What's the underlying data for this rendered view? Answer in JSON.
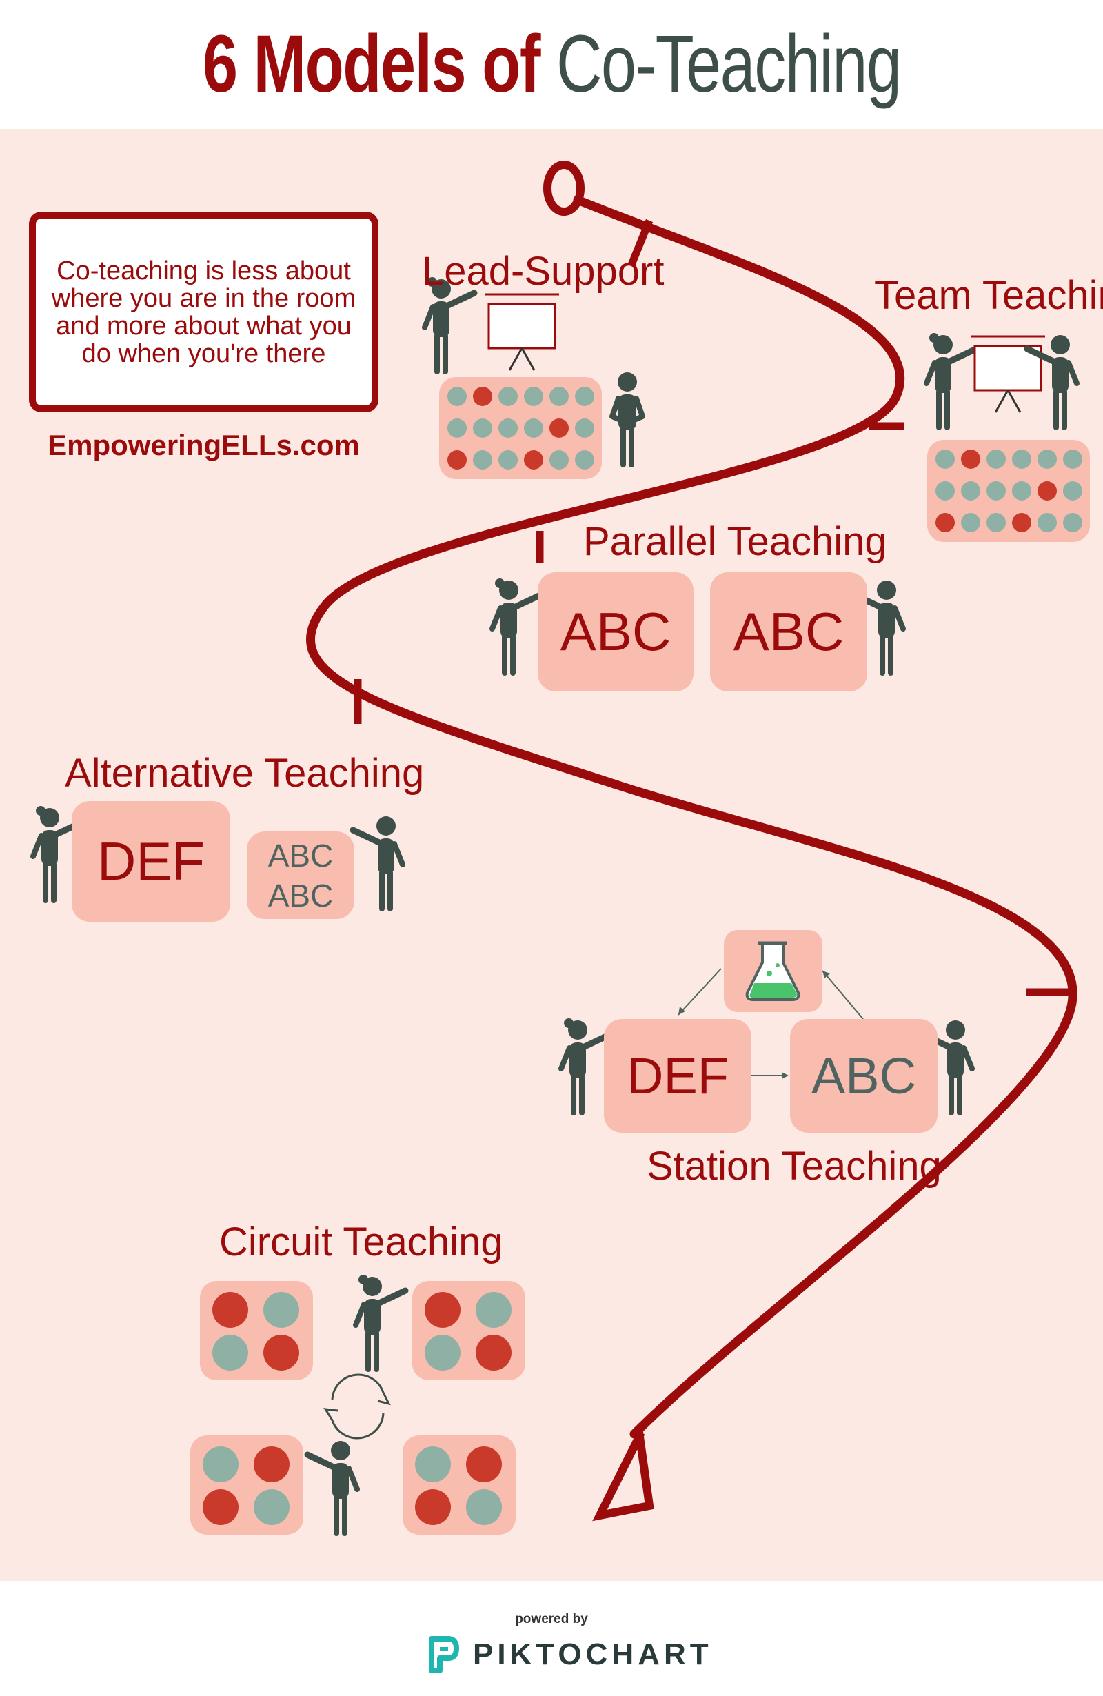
{
  "title": {
    "bold": "6 Models of",
    "light": "Co-Teaching"
  },
  "quote": "Co-teaching is less about where you are in the room and more about what you do when you're there",
  "site": "EmpoweringELLs.com",
  "models": {
    "lead_support": "Lead-Support",
    "team_teaching": "Team Teaching",
    "parallel_teaching": "Parallel Teaching",
    "alternative_teaching": "Alternative Teaching",
    "station_teaching": "Station Teaching",
    "circuit_teaching": "Circuit Teaching"
  },
  "boxes": {
    "parallel_left": "ABC",
    "parallel_right": "ABC",
    "alt_main": "DEF",
    "alt_small_1": "ABC",
    "alt_small_2": "ABC",
    "station_left": "DEF",
    "station_right": "ABC"
  },
  "footer": {
    "powered": "powered by",
    "brand": "PIKTOCHART"
  },
  "colors": {
    "accent": "#9b0b0b",
    "panel": "#fde9e4",
    "box": "#f9bdaf",
    "dot_red": "#c93a2a",
    "dot_gray": "#8fb0a5",
    "figure": "#3e4f4a"
  },
  "icons": [
    "teacher-figure-icon",
    "board-icon",
    "flask-icon",
    "cycle-arrows-icon",
    "piktochart-logo-icon"
  ]
}
